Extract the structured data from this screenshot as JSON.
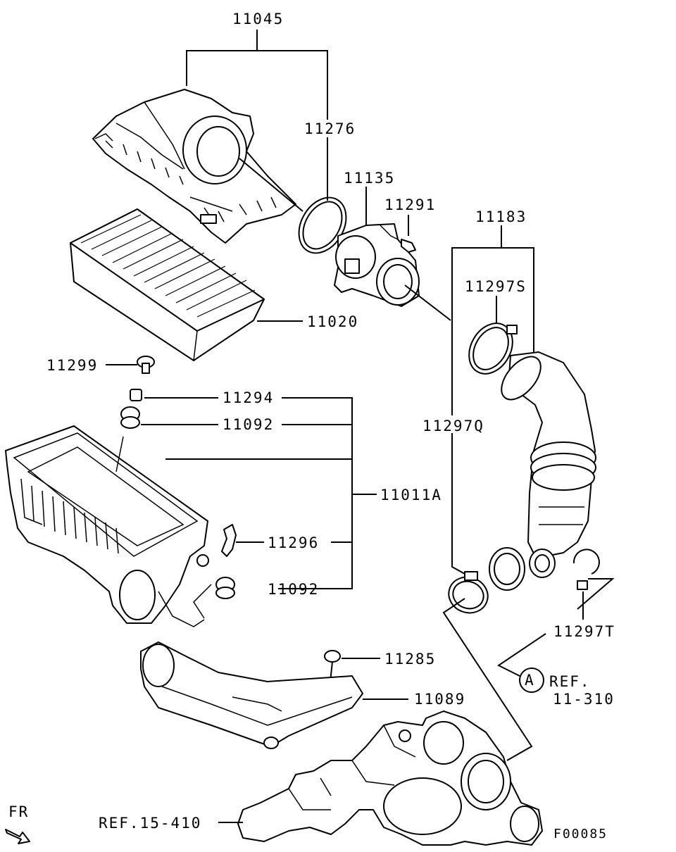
{
  "labels": {
    "p11045": "11045",
    "p11276": "11276",
    "p11135": "11135",
    "p11291": "11291",
    "p11183": "11183",
    "p11297S": "11297S",
    "p11020": "11020",
    "p11299": "11299",
    "p11294": "11294",
    "p11092a": "11092",
    "p11297Q": "11297Q",
    "p11011A": "11011A",
    "p11296": "11296",
    "p11092b": "11092",
    "p11297T": "11297T",
    "p11285": "11285",
    "ref_circle": "A",
    "ref_11_310_a": "REF.",
    "ref_11_310_b": "11-310",
    "p11089": "11089",
    "ref_15_410": "REF.15-410",
    "fr": "FR",
    "code": "F00085"
  }
}
